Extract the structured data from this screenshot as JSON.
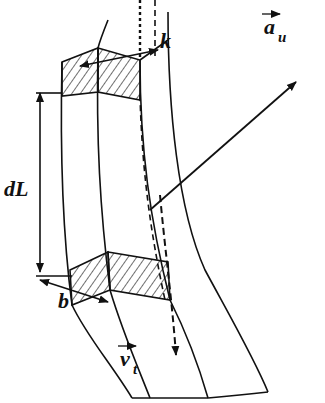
{
  "diagram": {
    "labels": [
      "k",
      "a",
      "u",
      "dL",
      "b",
      "v",
      "t"
    ]
  }
}
